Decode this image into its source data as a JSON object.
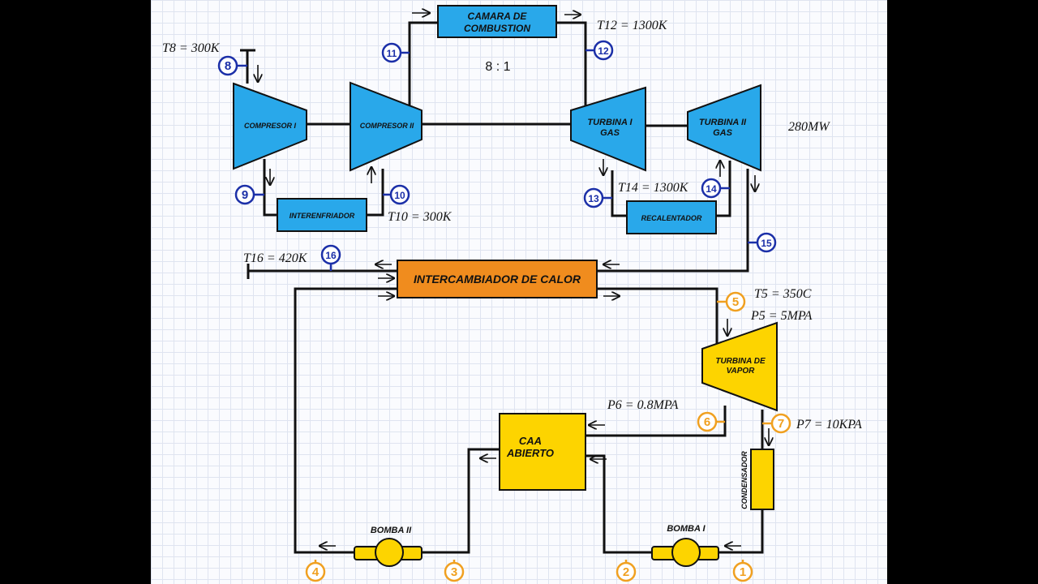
{
  "components": {
    "compresor1": "COMPRESOR I",
    "compresor2": "COMPRESOR II",
    "camara_line1": "CAMARA DE",
    "camara_line2": "COMBUSTION",
    "turbina1_line1": "TURBINA I",
    "turbina1_line2": "GAS",
    "turbina2_line1": "TURBINA II",
    "turbina2_line2": "GAS",
    "interenfriador": "INTERENFRIADOR",
    "recalentador": "RECALENTADOR",
    "intercambiador": "INTERCAMBIADOR DE CALOR",
    "turbina_vapor_line1": "TURBINA DE",
    "turbina_vapor_line2": "VAPOR",
    "caa_line1": "CAA",
    "caa_line2": "ABIERTO",
    "condensador": "CONDENSADOR",
    "bomba1": "BOMBA I",
    "bomba2": "BOMBA II"
  },
  "annotations": {
    "t8": "T8 = 300K",
    "t10": "T10 = 300K",
    "t12": "T12 = 1300K",
    "t14": "T14 = 1300K",
    "t16": "T16 = 420K",
    "t5": "T5 = 350C",
    "p5": "P5 = 5MPA",
    "p6": "P6 = 0.8MPA",
    "p7": "P7 = 10KPA",
    "ratio": "8 : 1",
    "power": "280MW"
  },
  "states": [
    "1",
    "2",
    "3",
    "4",
    "5",
    "6",
    "7",
    "8",
    "9",
    "10",
    "11",
    "12",
    "13",
    "14",
    "15",
    "16"
  ],
  "colors": {
    "gas": "#29a8ea",
    "steam": "#fdd400",
    "exchanger": "#f08c1e",
    "gas_marker": "#1b2fa8",
    "steam_marker": "#f0a020"
  }
}
